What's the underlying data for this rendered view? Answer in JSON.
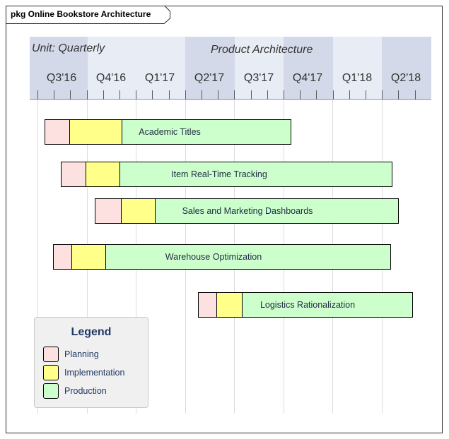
{
  "frame": {
    "title": "pkg Online Bookstore Architecture"
  },
  "timeline": {
    "scale_label": "Unit: Quarterly",
    "title": "Product Architecture",
    "quarters": [
      "Q3'16",
      "Q4'16",
      "Q1'17",
      "Q2'17",
      "Q3'17",
      "Q4'17",
      "Q1'18",
      "Q2'18"
    ]
  },
  "roadmap": [
    {
      "name": "Academic Titles",
      "planning": [
        "Q3'16 start",
        "Q3'16 mid"
      ],
      "implementation": [
        "Q3'16 mid",
        "Q4'16 end"
      ],
      "production": [
        "Q4'16 end",
        "Q3'17 end"
      ]
    },
    {
      "name": "Item Real-Time Tracking"
    },
    {
      "name": "Sales and Marketing Dashboards"
    },
    {
      "name": "Warehouse Optimization"
    },
    {
      "name": "Logistics Rationalization"
    }
  ],
  "legend": {
    "title": "Legend",
    "items": [
      {
        "label": "Planning",
        "color": "#fde0e0"
      },
      {
        "label": "Implementation",
        "color": "#ffff8a"
      },
      {
        "label": "Production",
        "color": "#ccffcc"
      }
    ]
  },
  "colors": {
    "planning": "#fde0e0",
    "implementation": "#ffff8a",
    "production": "#ccffcc"
  }
}
